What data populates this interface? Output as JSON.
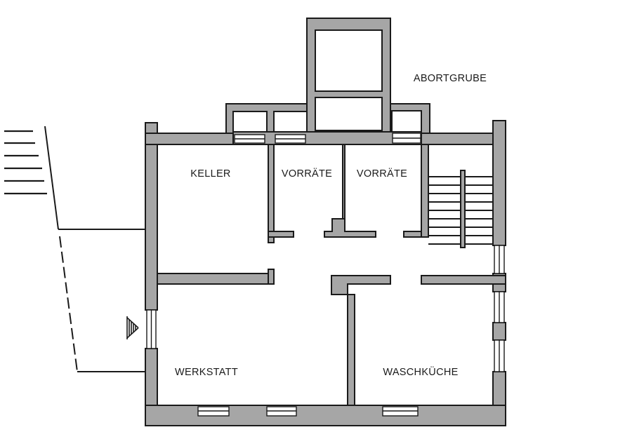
{
  "plan": {
    "labels": {
      "abortgrube": "ABORTGRUBE",
      "keller": "KELLER",
      "vorraete_1": "VORRÄTE",
      "vorraete_2": "VORRÄTE",
      "werkstatt": "WERKSTATT",
      "waschkueche": "WASCHKÜCHE"
    },
    "colors": {
      "wall_fill": "#a6a6a6",
      "line": "#1a1a1a",
      "background": "#ffffff"
    }
  }
}
